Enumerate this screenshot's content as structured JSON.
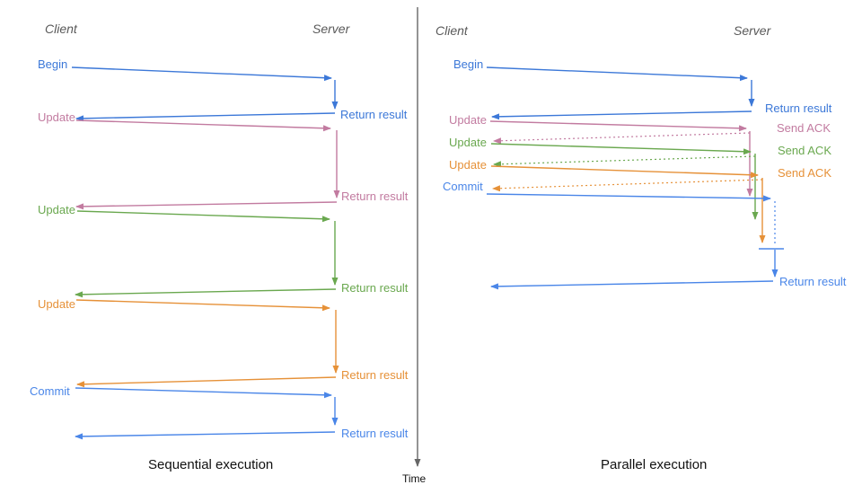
{
  "diagram": {
    "time_axis_label": "Time",
    "colors": {
      "begin_blue": "#3c78d8",
      "update1_pink": "#c27ba0",
      "update2_green": "#6aa84f",
      "update3_orange": "#e69138",
      "commit_blue": "#4a86e8",
      "axis_gray": "#666666",
      "header_gray": "#595959"
    },
    "left": {
      "title": "Sequential execution",
      "client": "Client",
      "server": "Server",
      "steps": [
        {
          "request": "Begin",
          "response": "Return result"
        },
        {
          "request": "Update",
          "response": "Return result"
        },
        {
          "request": "Update",
          "response": "Return result"
        },
        {
          "request": "Update",
          "response": "Return result"
        },
        {
          "request": "Commit",
          "response": "Return result"
        }
      ]
    },
    "right": {
      "title": "Parallel execution",
      "client": "Client",
      "server": "Server",
      "steps": [
        {
          "request": "Begin",
          "response": "Return result"
        },
        {
          "request": "Update",
          "response": "Send ACK"
        },
        {
          "request": "Update",
          "response": "Send ACK"
        },
        {
          "request": "Update",
          "response": "Send ACK"
        },
        {
          "request": "Commit",
          "response": "Return result"
        }
      ]
    }
  }
}
